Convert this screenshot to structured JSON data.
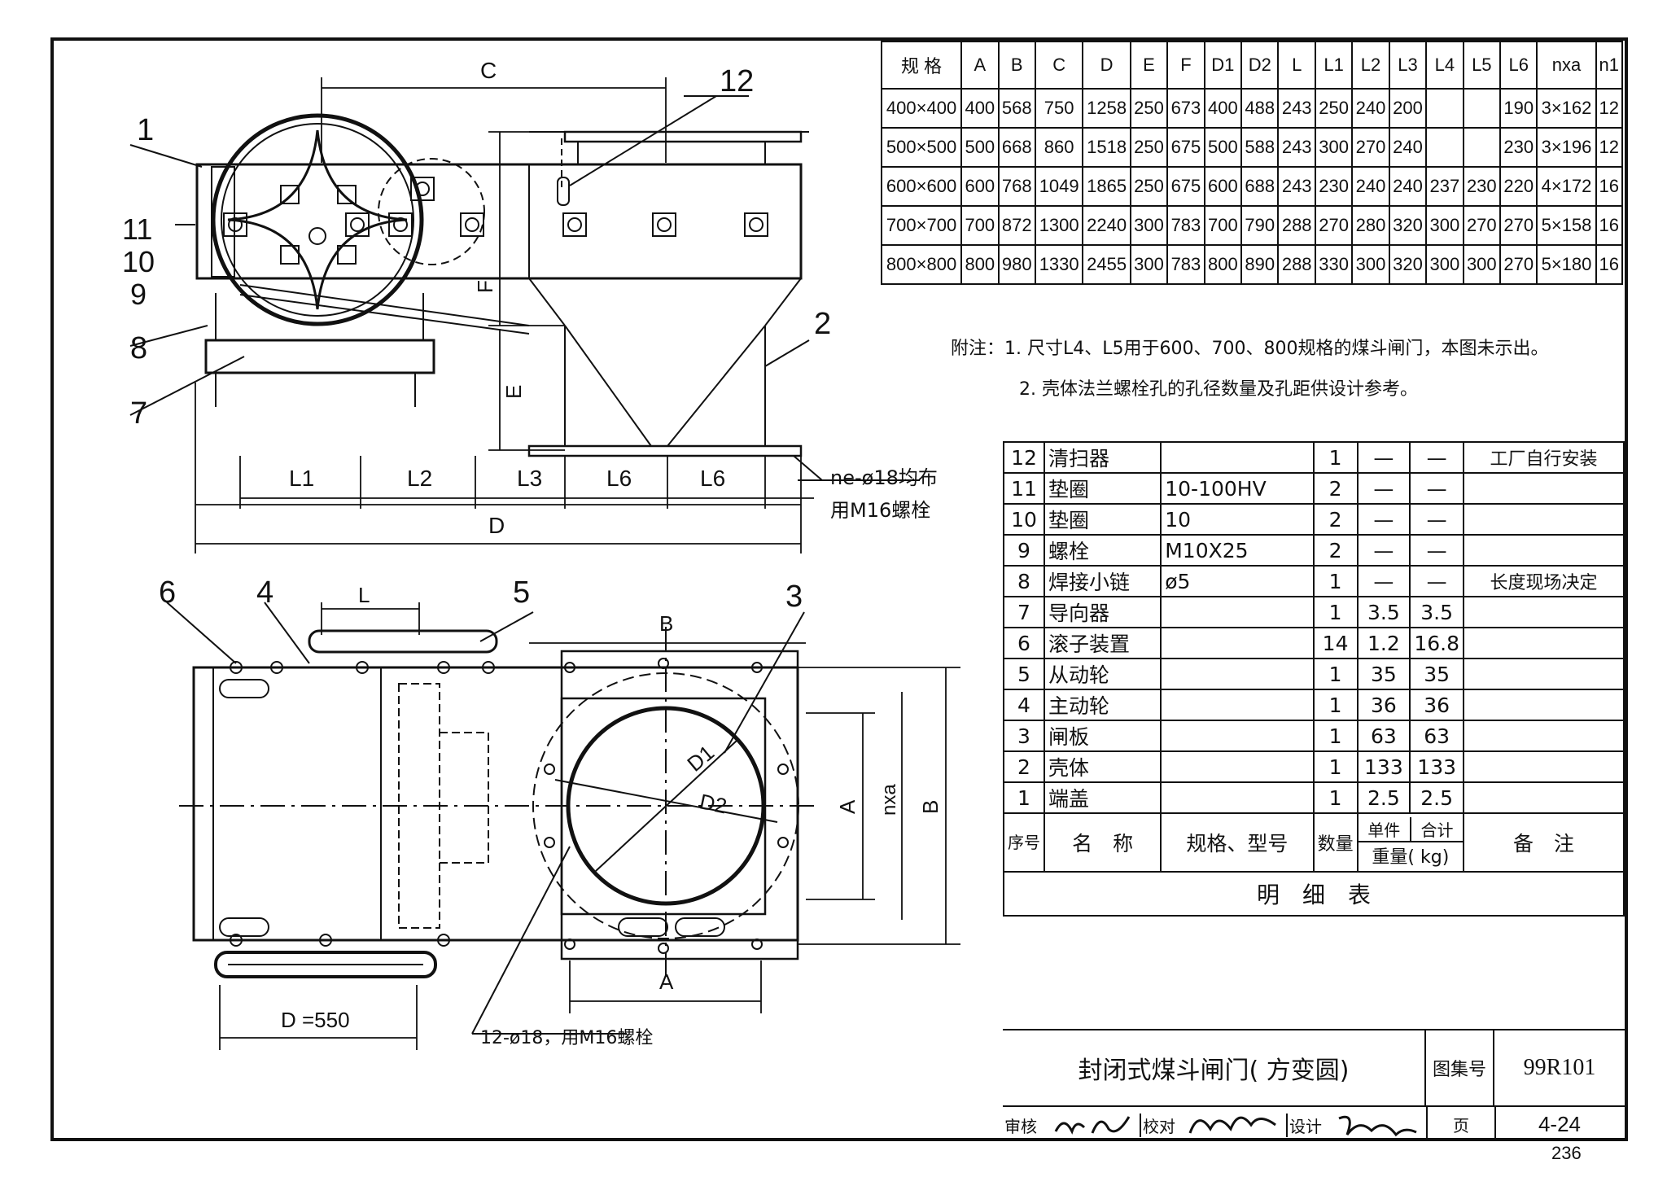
{
  "spec_table": {
    "headers": [
      "规 格",
      "A",
      "B",
      "C",
      "D",
      "E",
      "F",
      "D1",
      "D2",
      "L",
      "L1",
      "L2",
      "L3",
      "L4",
      "L5",
      "L6",
      "nxa",
      "n1"
    ],
    "rows": [
      [
        "400×400",
        "400",
        "568",
        "750",
        "1258",
        "250",
        "673",
        "400",
        "488",
        "243",
        "250",
        "240",
        "200",
        "",
        "",
        "190",
        "3×162",
        "12"
      ],
      [
        "500×500",
        "500",
        "668",
        "860",
        "1518",
        "250",
        "675",
        "500",
        "588",
        "243",
        "300",
        "270",
        "240",
        "",
        "",
        "230",
        "3×196",
        "12"
      ],
      [
        "600×600",
        "600",
        "768",
        "1049",
        "1865",
        "250",
        "675",
        "600",
        "688",
        "243",
        "230",
        "240",
        "240",
        "237",
        "230",
        "220",
        "4×172",
        "16"
      ],
      [
        "700×700",
        "700",
        "872",
        "1300",
        "2240",
        "300",
        "783",
        "700",
        "790",
        "288",
        "270",
        "280",
        "320",
        "300",
        "270",
        "270",
        "5×158",
        "16"
      ],
      [
        "800×800",
        "800",
        "980",
        "1330",
        "2455",
        "300",
        "783",
        "800",
        "890",
        "288",
        "330",
        "300",
        "320",
        "300",
        "300",
        "270",
        "5×180",
        "16"
      ]
    ]
  },
  "notes": {
    "prefix": "附注：",
    "items": [
      "1. 尺寸L4、L5用于600、700、800规格的煤斗闸门，本图未示出。",
      "2. 壳体法兰螺栓孔的孔径数量及孔距供设计参考。"
    ]
  },
  "parts_table": {
    "rows": [
      [
        "12",
        "清扫器",
        "",
        "1",
        "—",
        "—",
        "工厂自行安装"
      ],
      [
        "11",
        "垫圈",
        "10-100HV",
        "2",
        "—",
        "—",
        ""
      ],
      [
        "10",
        "垫圈",
        "10",
        "2",
        "—",
        "—",
        ""
      ],
      [
        "9",
        "螺栓",
        "M10X25",
        "2",
        "—",
        "—",
        ""
      ],
      [
        "8",
        "焊接小链",
        "ø5",
        "1",
        "—",
        "—",
        "长度现场决定"
      ],
      [
        "7",
        "导向器",
        "",
        "1",
        "3.5",
        "3.5",
        ""
      ],
      [
        "6",
        "滚子装置",
        "",
        "14",
        "1.2",
        "16.8",
        ""
      ],
      [
        "5",
        "从动轮",
        "",
        "1",
        "35",
        "35",
        ""
      ],
      [
        "4",
        "主动轮",
        "",
        "1",
        "36",
        "36",
        ""
      ],
      [
        "3",
        "闸板",
        "",
        "1",
        "63",
        "63",
        ""
      ],
      [
        "2",
        "壳体",
        "",
        "1",
        "133",
        "133",
        ""
      ],
      [
        "1",
        "端盖",
        "",
        "1",
        "2.5",
        "2.5",
        ""
      ]
    ],
    "header": {
      "no": "序号",
      "name": "名　称",
      "spec": "规格、型号",
      "qty": "数量",
      "unit": "单件",
      "total": "合计",
      "weight": "重量( kg)",
      "remark": "备　注"
    },
    "caption": "明　细　表"
  },
  "title_block": {
    "title": "封闭式煤斗闸门( 方变圆)",
    "atlas_label": "图集号",
    "atlas_no": "99R101",
    "review_label": "审核",
    "check_label": "校对",
    "design_label": "设计",
    "page_label": "页",
    "page_no": "4-24"
  },
  "sheet_number": "236",
  "callouts": {
    "top_view": [
      "1",
      "12",
      "11",
      "10",
      "9",
      "8",
      "7",
      "2"
    ],
    "bottom_view": [
      "6",
      "4",
      "5",
      "3"
    ]
  },
  "dimensions": {
    "top": [
      "C",
      "F",
      "E",
      "L1",
      "L2",
      "L3",
      "L6",
      "L6",
      "D"
    ],
    "holes_top": "ne-ø18均布",
    "bolt_top": "用M16螺栓",
    "bottom": [
      "L",
      "B",
      "A",
      "nxa",
      "B",
      "D1",
      "D2",
      "A",
      "D =550"
    ],
    "holes_bottom": "12-ø18，用M16螺栓"
  }
}
